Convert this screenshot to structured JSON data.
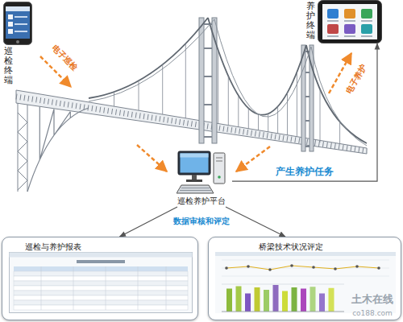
{
  "diagram": {
    "nodes": [
      {
        "text": [
          "巡检终端"
        ]
      },
      {
        "text": [
          "养护终端"
        ]
      },
      {
        "text": [
          "巡检养护平台"
        ]
      },
      {
        "text": [
          "巡检与养护报表"
        ]
      },
      {
        "text": [
          "桥梁技术状况评定"
        ]
      }
    ],
    "edges": [
      {
        "from": 2,
        "to": 1,
        "arrow": "to",
        "label": "产生养护任务"
      },
      {
        "from": 2,
        "to": 3,
        "arrow": "to"
      },
      {
        "from": 2,
        "to": 4,
        "arrow": "to"
      }
    ],
    "labels": [
      "电子巡检",
      "电子养护",
      "数据审核和评定",
      "土木在线",
      "co188.com"
    ]
  }
}
